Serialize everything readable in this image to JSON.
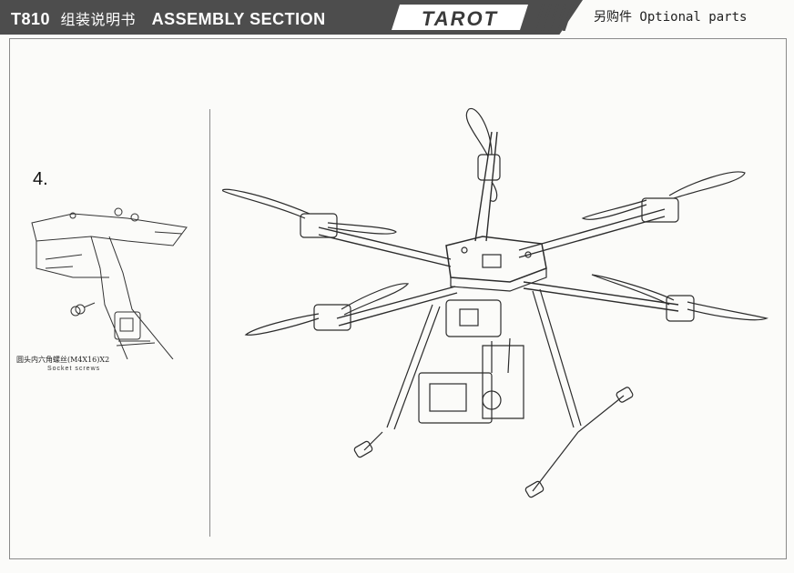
{
  "header": {
    "model": "T810",
    "title_cn": "组装说明书",
    "section": "ASSEMBLY SECTION",
    "brand": "TAROT",
    "optional_parts": "另购件 Optional parts"
  },
  "step": {
    "number": "4."
  },
  "detail": {
    "screw_label_cn": "圆头内六角螺丝(M4X16)X2",
    "screw_label_en": "Socket screws"
  },
  "colors": {
    "header_bg": "#4d4d4d",
    "line": "#333333"
  },
  "icons": [
    "hexacopter-drawing",
    "frame-detail-drawing"
  ]
}
